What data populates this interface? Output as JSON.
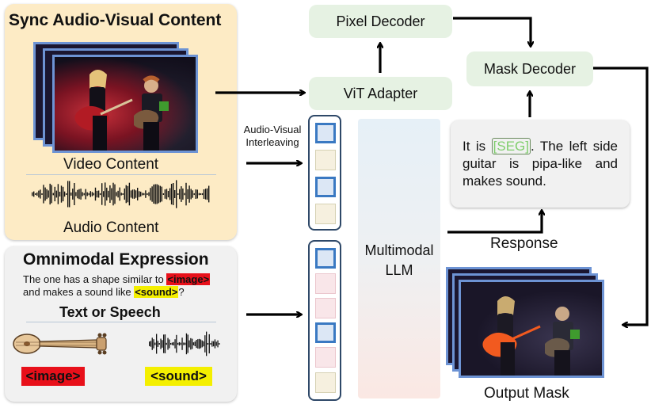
{
  "sync_panel": {
    "title": "Sync Audio-Visual Content",
    "video_label": "Video Content",
    "audio_label": "Audio Content"
  },
  "omni_panel": {
    "title": "Omnimodal Expression",
    "line1_prefix": "The one has a shape similar to",
    "image_tag": "<image>",
    "line2_prefix": "and makes a sound like",
    "sound_tag": "<sound>",
    "line2_suffix": "?",
    "subtitle": "Text or Speech",
    "image_chip": "<image>",
    "sound_chip": "<sound>"
  },
  "interleave_label_line1": "Audio-Visual",
  "interleave_label_line2": "Interleaving",
  "modules": {
    "pixel_decoder": "Pixel Decoder",
    "vit_adapter": "ViT Adapter",
    "mask_decoder": "Mask Decoder",
    "llm_line1": "Multimodal",
    "llm_line2": "LLM"
  },
  "response": {
    "prefix": "It is",
    "seg_token": "[SEG]",
    "rest": ". The left side guitar is pipa-like and makes sound.",
    "label": "Response"
  },
  "output_label": "Output Mask",
  "colors": {
    "sync_bg": "#fdebc5",
    "omni_bg": "#f1f1f1",
    "module_bg": "#e6f2e3",
    "token_blue": "#3a79c2",
    "image_tag_bg": "#e8101a",
    "sound_tag_bg": "#f4ef00",
    "seg_text": "#7fce6c",
    "mask_overlay": "#f25a1f"
  }
}
